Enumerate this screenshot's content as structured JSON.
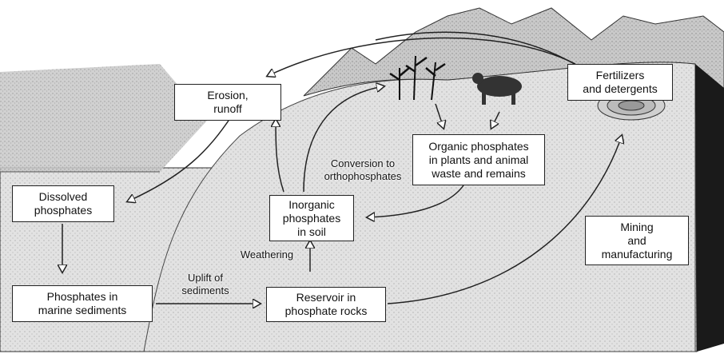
{
  "nodes": {
    "erosion": "Erosion,\nrunoff",
    "fertilizers": "Fertilizers\nand detergents",
    "organic": "Organic phosphates\nin plants and animal\nwaste and remains",
    "dissolved": "Dissolved\nphosphates",
    "inorganic": "Inorganic\nphosphates\nin soil",
    "mining": "Mining\nand\nmanufacturing",
    "marine": "Phosphates in\nmarine sediments",
    "reservoir": "Reservoir in\nphosphate rocks"
  },
  "labels": {
    "conversion": "Conversion to\northophosphates",
    "weathering": "Weathering",
    "uplift": "Uplift of\nsediments"
  },
  "colors": {
    "ink": "#222222",
    "land": "#dedede",
    "sea": "#cfcfcf",
    "cliff": "#1a1a1a"
  }
}
